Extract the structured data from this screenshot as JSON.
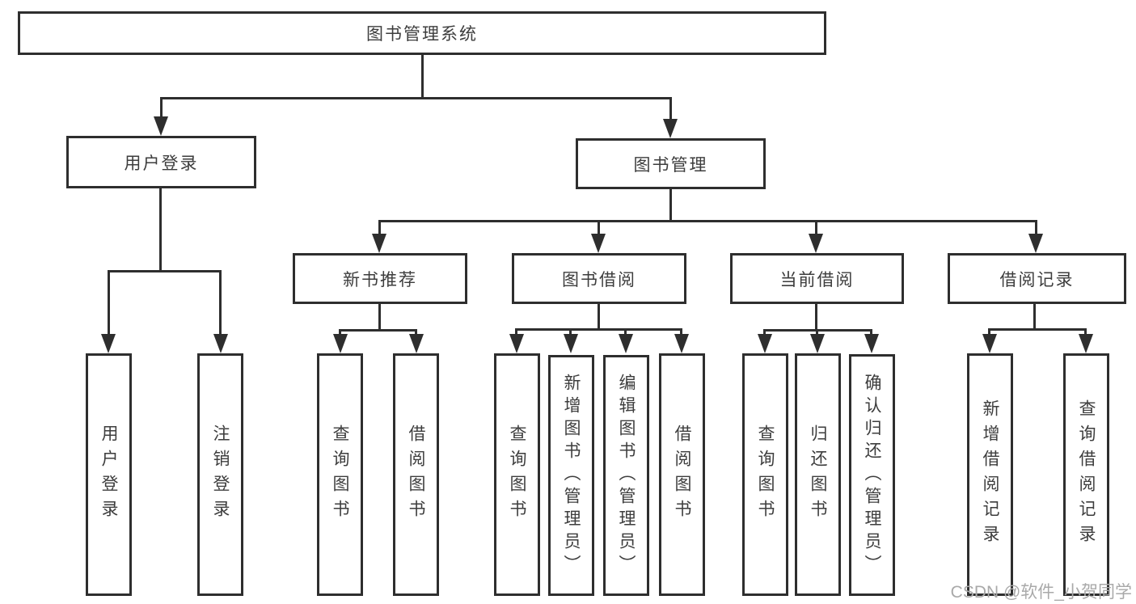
{
  "diagram": {
    "root": {
      "label": "图书管理系统",
      "children": [
        {
          "label": "用户登录",
          "children": [
            {
              "label": "用户登录"
            },
            {
              "label": "注销登录"
            }
          ]
        },
        {
          "label": "图书管理",
          "children": [
            {
              "label": "新书推荐",
              "children": [
                {
                  "label": "查询图书"
                },
                {
                  "label": "借阅图书"
                }
              ]
            },
            {
              "label": "图书借阅",
              "children": [
                {
                  "label": "查询图书"
                },
                {
                  "label": "新增图书（管理员）"
                },
                {
                  "label": "编辑图书（管理员）"
                },
                {
                  "label": "借阅图书"
                }
              ]
            },
            {
              "label": "当前借阅",
              "children": [
                {
                  "label": "查询图书"
                },
                {
                  "label": "归还图书"
                },
                {
                  "label": "确认归还（管理员）"
                }
              ]
            },
            {
              "label": "借阅记录",
              "children": [
                {
                  "label": "新增借阅记录"
                },
                {
                  "label": "查询借阅记录"
                }
              ]
            }
          ]
        }
      ]
    }
  },
  "watermark": {
    "text": "CSDN @软件_小贺同学"
  },
  "colors": {
    "line": "#2e2e2e",
    "text": "#3d3d3d",
    "watermark": "#a9a9a9",
    "background": "#ffffff"
  }
}
